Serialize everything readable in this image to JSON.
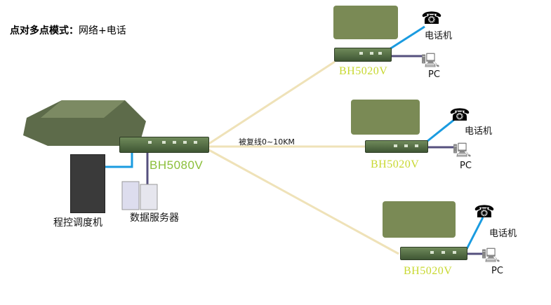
{
  "title": {
    "bold": "点对多点模式：",
    "normal": "网络+电话"
  },
  "link_label": "被复线0~10KM",
  "hub": {
    "model": "BH5080V"
  },
  "central": {
    "exchange_label": "程控调度机",
    "server_label": "数据服务器"
  },
  "remotes": [
    {
      "model": "BH5020V",
      "phone_label": "电话机",
      "pc_label": "PC"
    },
    {
      "model": "BH5020V",
      "phone_label": "电话机",
      "pc_label": "PC"
    },
    {
      "model": "BH5020V",
      "phone_label": "电话机",
      "pc_label": "PC"
    }
  ],
  "colors": {
    "trunk": "#efe2b8",
    "blue_link": "#1a9be0",
    "purple_link": "#55507e",
    "model_text": "#8bbf3a"
  }
}
